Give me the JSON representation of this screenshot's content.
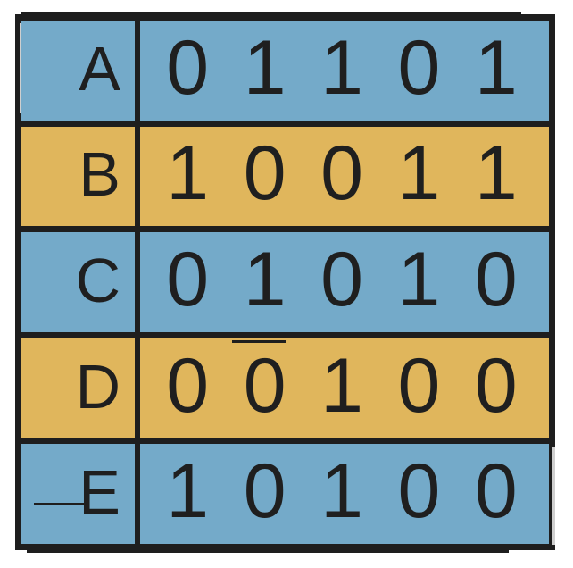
{
  "figure": {
    "kind": "binary-string-table",
    "row_count": 5,
    "bits_per_row": 5,
    "background_color": "#ffffff",
    "border_color": "#1e1e1e",
    "text_color": "#1f1f1f",
    "colors": {
      "blue": "#74aac9",
      "gold": "#e0b65c"
    }
  },
  "rows": [
    {
      "label": "A",
      "fill": "#74aac9",
      "fill_name": "blue",
      "bits": [
        "0",
        "1",
        "1",
        "0",
        "1"
      ],
      "string": "01101"
    },
    {
      "label": "B",
      "fill": "#e0b65c",
      "fill_name": "gold",
      "bits": [
        "1",
        "0",
        "0",
        "1",
        "1"
      ],
      "string": "10011"
    },
    {
      "label": "C",
      "fill": "#74aac9",
      "fill_name": "blue",
      "bits": [
        "0",
        "1",
        "0",
        "1",
        "0"
      ],
      "string": "01010"
    },
    {
      "label": "D",
      "fill": "#e0b65c",
      "fill_name": "gold",
      "bits": [
        "0",
        "0",
        "1",
        "0",
        "0"
      ],
      "string": "00100"
    },
    {
      "label": "E",
      "fill": "#74aac9",
      "fill_name": "blue",
      "bits": [
        "1",
        "0",
        "1",
        "0",
        "0"
      ],
      "string": "10100"
    }
  ]
}
